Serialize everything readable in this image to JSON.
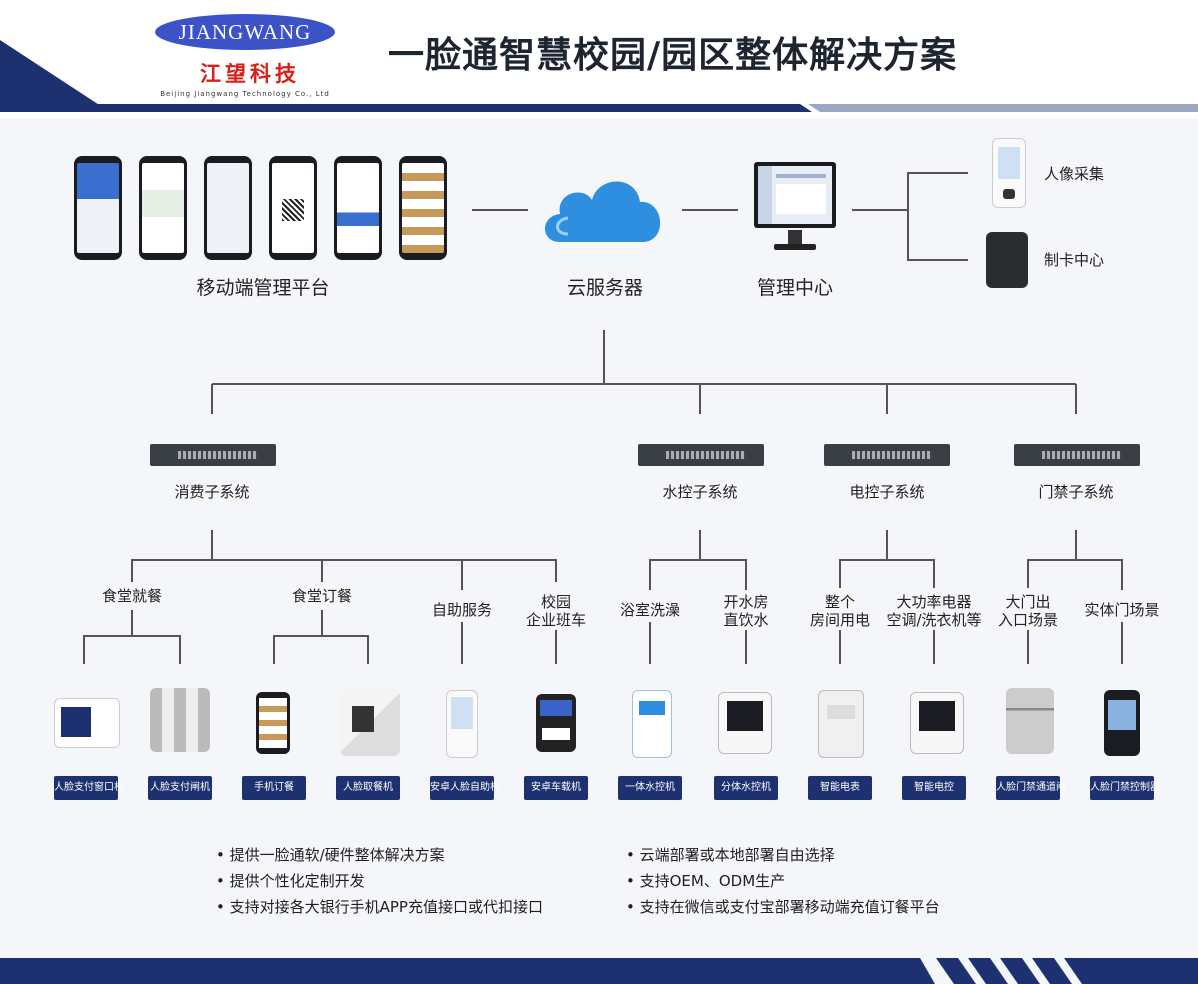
{
  "logo": {
    "brand_en": "JIANGWANG",
    "brand_cn": "江望科技",
    "tagline": "Beijing Jiangwang Technology Co., Ltd"
  },
  "title": "一脸通智慧校园/园区整体解决方案",
  "top_nodes": {
    "mobile": "移动端管理平台",
    "cloud": "云服务器",
    "mgmt": "管理中心",
    "face_capture": "人像采集",
    "card_center": "制卡中心"
  },
  "subsystems": [
    "消费子系统",
    "水控子系统",
    "电控子系统",
    "门禁子系统"
  ],
  "scenarios": {
    "canteen_dine": "食堂就餐",
    "canteen_order": "食堂订餐",
    "self_service": "自助服务",
    "bus_line1": "校园",
    "bus_line2": "企业班车",
    "bath": "浴室洗澡",
    "water_line1": "开水房",
    "water_line2": "直饮水",
    "room_line1": "整个",
    "room_line2": "房间用电",
    "power_line1": "大功率电器",
    "power_line2": "空调/洗衣机等",
    "gate_line1": "大门出",
    "gate_line2": "入口场景",
    "door": "实体门场景"
  },
  "devices": [
    "人脸支付窗口机",
    "人脸支付闸机",
    "手机订餐",
    "人脸取餐机",
    "安卓人脸自助机",
    "安卓车载机",
    "一体水控机",
    "分体水控机",
    "智能电表",
    "智能电控",
    "人脸门禁通道闸",
    "人脸门禁控制器"
  ],
  "bullets_left": [
    "提供一脸通软/硬件整体解决方案",
    "提供个性化定制开发",
    "支持对接各大银行手机APP充值接口或代扣接口"
  ],
  "bullets_right": [
    "云端部署或本地部署自由选择",
    "支持OEM、ODM生产",
    "支持在微信或支付宝部署移动端充值订餐平台"
  ],
  "colors": {
    "brand_blue": "#3c53c8",
    "brand_red": "#d8201a",
    "navy": "#1d3170",
    "line": "#555555"
  }
}
